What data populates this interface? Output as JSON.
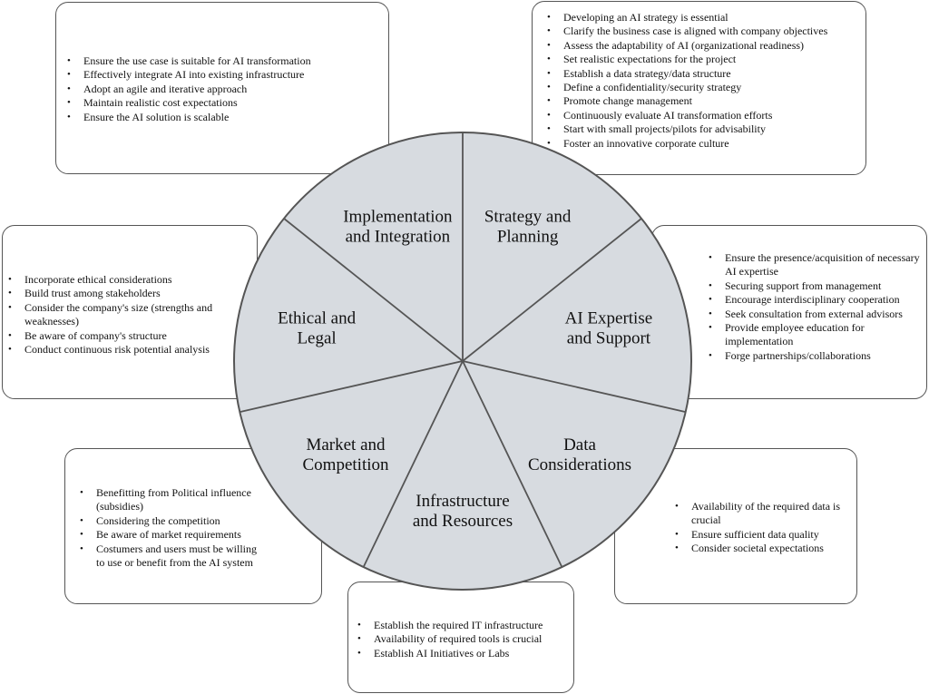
{
  "segments": [
    {
      "id": "implementation",
      "lines": [
        "Implementation",
        "and Integration"
      ],
      "items": [
        "Ensure the use case is suitable for AI transformation",
        "Effectively integrate AI into existing infrastructure",
        "Adopt an agile and iterative approach",
        "Maintain realistic cost expectations",
        "Ensure the AI solution is scalable"
      ]
    },
    {
      "id": "strategy",
      "lines": [
        "Strategy and",
        "Planning"
      ],
      "items": [
        "Developing an AI strategy is essential",
        "Clarify the business case is aligned with company objectives",
        "Assess the adaptability of AI (organizational readiness)",
        "Set realistic expectations for the project",
        "Establish a data strategy/data structure",
        "Define a confidentiality/security strategy",
        "Promote change management",
        "Continuously evaluate AI transformation efforts",
        "Start with small projects/pilots for advisability",
        "Foster an innovative corporate culture"
      ]
    },
    {
      "id": "expertise",
      "lines": [
        "AI Expertise",
        "and Support"
      ],
      "items": [
        "Ensure the presence/acquisition of necessary AI expertise",
        "Securing support from management",
        "Encourage interdisciplinary cooperation",
        "Seek consultation from external advisors",
        "Provide employee education for implementation",
        "Forge partnerships/collaborations"
      ]
    },
    {
      "id": "data",
      "lines": [
        "Data",
        "Considerations"
      ],
      "items": [
        "Availability of the required data is crucial",
        "Ensure sufficient data quality",
        "Consider societal expectations"
      ]
    },
    {
      "id": "infrastructure",
      "lines": [
        "Infrastructure",
        "and Resources"
      ],
      "items": [
        "Establish the required IT infrastructure",
        "Availability of required tools is crucial",
        "Establish AI Initiatives or Labs"
      ]
    },
    {
      "id": "market",
      "lines": [
        "Market and",
        "Competition"
      ],
      "items": [
        "Benefitting from Political influence (subsidies)",
        "Considering the competition",
        "Be aware of market requirements",
        "Costumers and users must be willing to use or benefit from the AI system"
      ]
    },
    {
      "id": "ethical",
      "lines": [
        "Ethical and",
        "Legal"
      ],
      "items": [
        "Incorporate ethical considerations",
        "Build trust among stakeholders",
        "Consider the company's size (strengths and weaknesses)",
        "Be aware of company's structure",
        "Conduct continuous risk potential analysis"
      ]
    }
  ]
}
